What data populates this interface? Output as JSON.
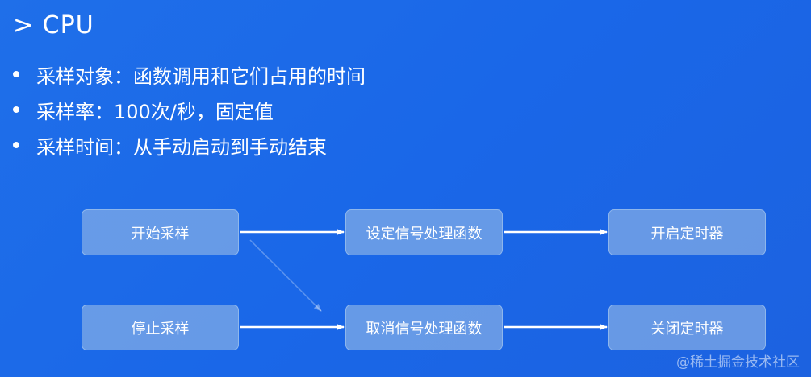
{
  "slide": {
    "title": "> CPU",
    "bullets": [
      "采样对象：函数调用和它们占用的时间",
      "采样率：100次/秒，固定值",
      "采样时间：从手动启动到手动结束"
    ]
  },
  "flow": {
    "top_row": [
      "开始采样",
      "设定信号处理函数",
      "开启定时器"
    ],
    "bottom_row": [
      "停止采样",
      "取消信号处理函数",
      "关闭定时器"
    ]
  },
  "watermark": "@稀土掘金技术社区",
  "colors": {
    "background": "#1a67e8",
    "box_fill": "#8fb6e6",
    "arrow": "#ffffff"
  }
}
